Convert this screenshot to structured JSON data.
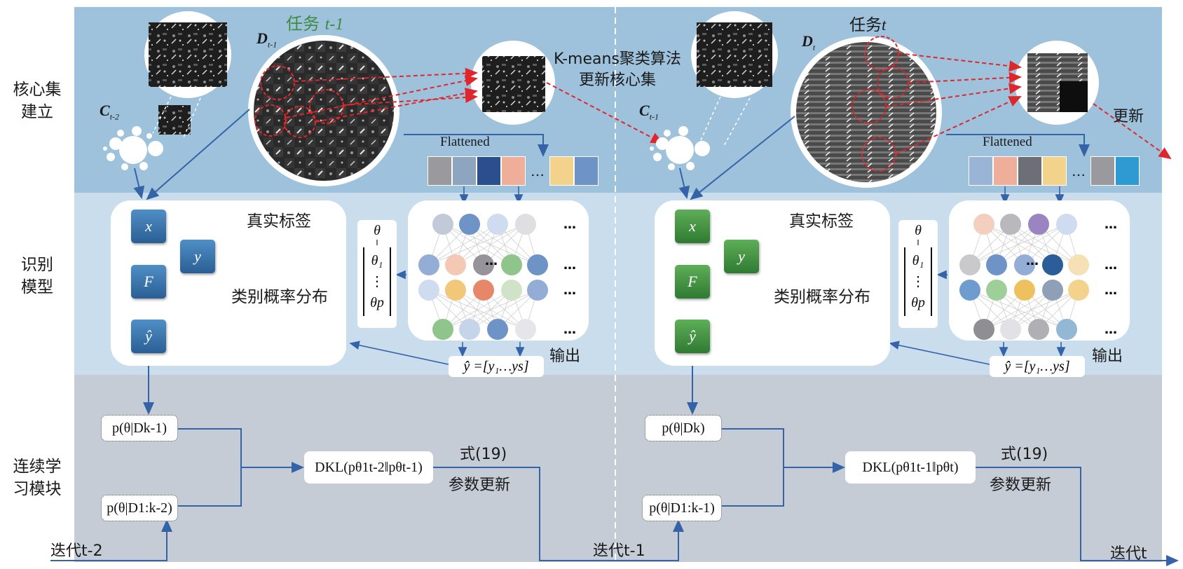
{
  "rows": {
    "coreset": "核心集\n建立",
    "model": "识别\n模型",
    "continual": "连续学\n习模块"
  },
  "left_panel": {
    "task_prefix": "任务",
    "task_suffix": "t-1",
    "dataset_label": "D",
    "dataset_sub": "t-1",
    "coreset_label": "C",
    "coreset_sub": "t-2",
    "flattened": "Flattened",
    "true_label": "真实标签",
    "class_prob": "类别概率分布",
    "output": "输出",
    "x": "x",
    "F": "F",
    "y": "y",
    "yhat": "ŷ",
    "theta_top": "θ",
    "theta_eq": "‖",
    "theta_1": "θ₁",
    "theta_dots": "⋮",
    "theta_p": "θp",
    "yhat_vec": "ŷ =[y₁…ys]",
    "prior_current": "p(θ|Dk-1)",
    "prior_past": "p(θ|D1:k-2)",
    "kl": "DKL(pθ1t-2‖pθt-1)",
    "eq_ref": "式(19)",
    "param_update": "参数更新",
    "iteration_label": "迭代t-2",
    "kmeans_line1": "K-means聚类算法",
    "kmeans_line2": "更新核心集",
    "ellipsis": "…",
    "dots": "…"
  },
  "right_panel": {
    "task_prefix": "任务",
    "task_suffix": "t",
    "dataset_label": "D",
    "dataset_sub": "t",
    "coreset_label": "C",
    "coreset_sub": "t-1",
    "flattened": "Flattened",
    "true_label": "真实标签",
    "class_prob": "类别概率分布",
    "output": "输出",
    "update": "更新",
    "x": "x",
    "F": "F",
    "y": "y",
    "yhat": "ŷ",
    "theta_top": "θ",
    "theta_eq": "‖",
    "theta_1": "θ₁",
    "theta_dots": "⋮",
    "theta_p": "θp",
    "yhat_vec": "ŷ =[y₁…ys]",
    "prior_current": "p(θ|Dk)",
    "prior_past": "p(θ|D1:k-1)",
    "kl": "DKL(pθ1t-1‖pθt)",
    "eq_ref": "式(19)",
    "param_update": "参数更新",
    "iteration_label": "迭代t-1",
    "final_iteration": "迭代t"
  },
  "colors": {
    "band_top": "#9ec2dc",
    "band_mid": "#c9ddec",
    "band_bottom": "#c5ccd6",
    "arrow_blue": "#3563a8",
    "arrow_red": "#e0262b",
    "task_green": "#3f8a3f"
  },
  "left_swatches": [
    "#9a9a9e",
    "#8ea5c0",
    "#2b4f8d",
    "#eeae9a",
    "#f3d28b",
    "#6e93c7"
  ],
  "right_swatches": [
    "#9ab4d6",
    "#eeae9a",
    "#6d6f76",
    "#f3d28b",
    "#9a9a9e",
    "#2d9bd1"
  ]
}
